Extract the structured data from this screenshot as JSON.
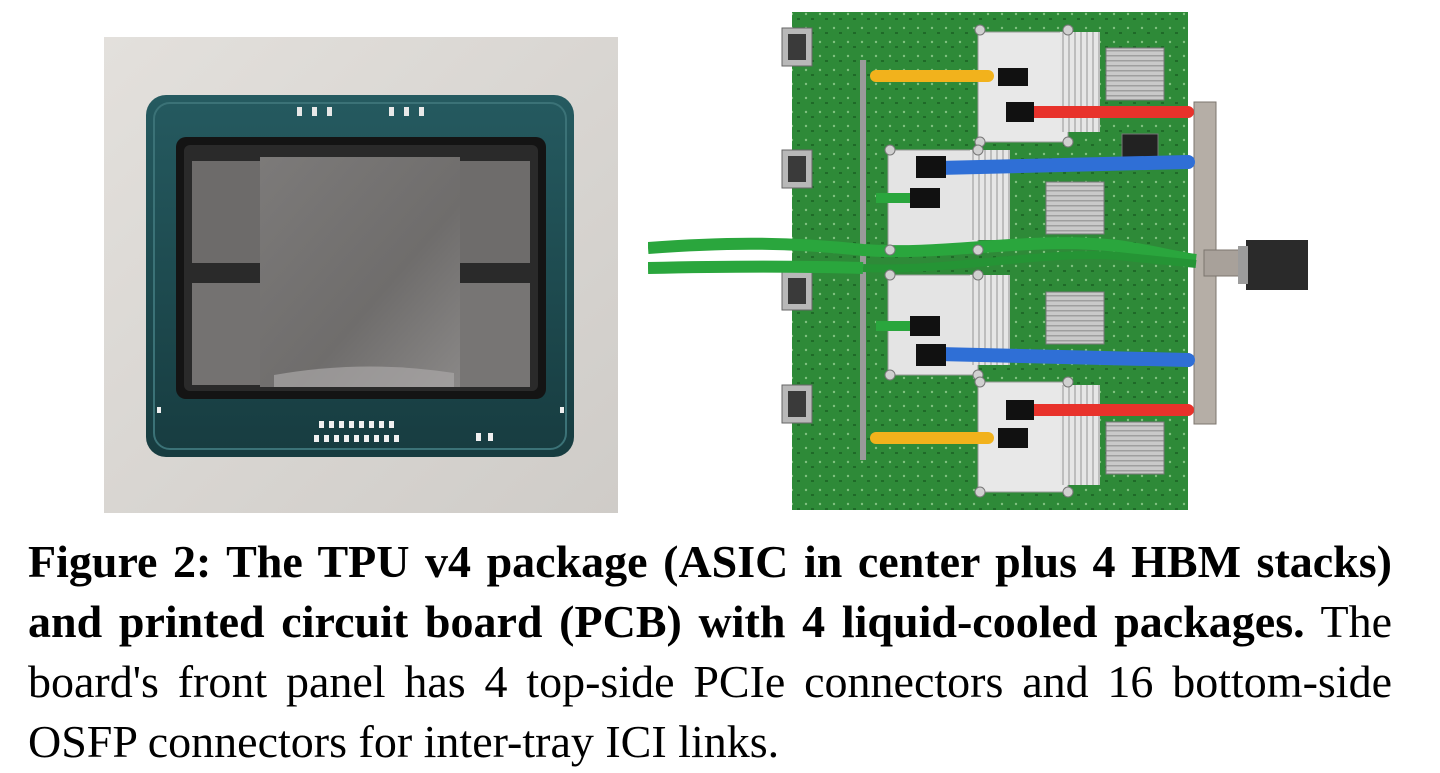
{
  "figure": {
    "label": "Figure 2:",
    "title": " The TPU v4 package (ASIC in center plus 4 HBM stacks) and printed circuit board (PCB) with 4 liquid-cooled packages.",
    "body": " The board's front panel has 4 top-side PCIe connectors and 16 bottom-side OSFP connectors for inter-tray ICI links."
  },
  "colors": {
    "pcb_green": "#2f8f3a",
    "coolant_yellow": "#f2b21c",
    "coolant_red": "#e8322b",
    "coolant_blue": "#2f6fd6",
    "coolant_green": "#2aa63d",
    "substrate": "#1d4a4f",
    "backdrop": "#d9d6d2"
  }
}
